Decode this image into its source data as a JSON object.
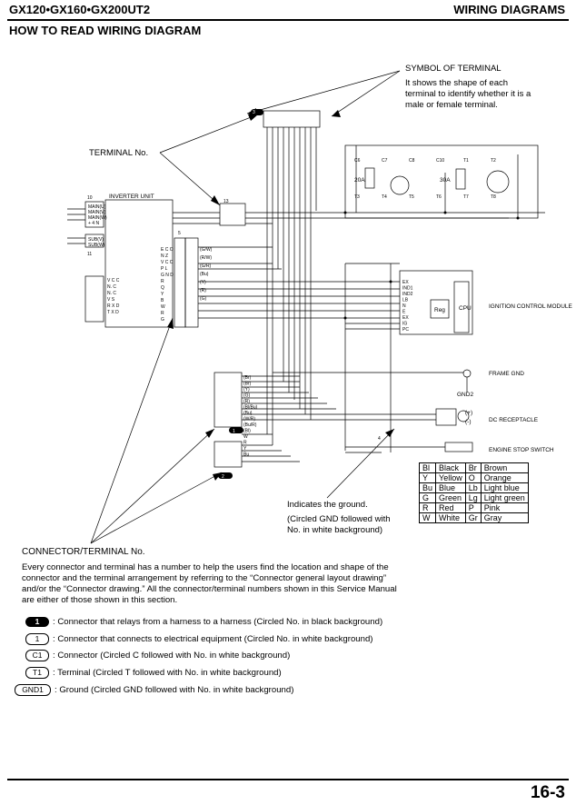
{
  "header": {
    "model": "GX120•GX160•GX200UT2",
    "section": "WIRING DIAGRAMS",
    "title": "HOW TO READ WIRING DIAGRAM"
  },
  "callouts": {
    "symbol_title": "SYMBOL OF TERMINAL",
    "symbol_desc_1": "It shows the shape of each",
    "symbol_desc_2": "terminal to identify whether it is a",
    "symbol_desc_3": "male or female terminal.",
    "terminal_no": "TERMINAL No.",
    "ground_1": "Indicates the ground.",
    "ground_2": "(Circled GND followed with",
    "ground_3": "No. in white background)",
    "connector_terminal_no": "CONNECTOR/TERMINAL No."
  },
  "diagram_labels": {
    "inverter_unit": "INVERTER UNIT",
    "ignition_control_module": "IGNITION CONTROL MODULE",
    "frame_gnd": "FRAME GND",
    "dc_receptacle": "DC RECEPTACLE",
    "engine_stop_switch": "ENGINE STOP SWITCH",
    "cpu": "CPU",
    "reg": "Reg",
    "gnd2": "GND2",
    "fuse_20a": "20A",
    "fuse_30a": "30A",
    "inv_pins_top": [
      "MAIN(U)",
      "MAIN(V)",
      "MAIN(W)",
      "+ 4 N"
    ],
    "inv_pins_mid": [
      "SUB(V)",
      "SUB(W)"
    ],
    "inv_pins_left": [
      "V C C",
      "N. C",
      "N. C",
      "V S",
      "R X D",
      "T X D"
    ],
    "inv_pins_right": [
      "E C O",
      "N Z",
      "V C C",
      "P L",
      "G N D",
      "R",
      "Q",
      "Y",
      "B",
      "W",
      "R",
      "G"
    ],
    "wire_codes_right": [
      "(G/W)",
      "(R/W)",
      "(G/R)",
      "(Bu)",
      "(Y)",
      "(R)",
      "(G)"
    ],
    "wire_codes_lower": [
      "(Br)",
      "(Br)",
      "(Y)",
      "(G)",
      "(R)",
      "(Bl/Bu)",
      "(Bu)",
      "(W/R)",
      "(Bu/R)",
      "(Bl)",
      "W",
      "R",
      "Y",
      "Bu"
    ],
    "module_pins": [
      "EX",
      "IND1",
      "IND2",
      "LB",
      "N",
      "E",
      "EX",
      "IG",
      "PC"
    ],
    "plus": "(+)",
    "minus": "(-)",
    "terminal_tags": [
      "C6",
      "C7",
      "C8",
      "C10",
      "T1",
      "T2",
      "T3",
      "T4",
      "T5",
      "T6",
      "T7",
      "T8"
    ],
    "connector_tags": [
      "13",
      "3",
      "5",
      "10",
      "11",
      "4",
      "1",
      "2"
    ]
  },
  "color_codes": [
    {
      "code": "Bl",
      "name": "Black",
      "code2": "Br",
      "name2": "Brown"
    },
    {
      "code": "Y",
      "name": "Yellow",
      "code2": "O",
      "name2": "Orange"
    },
    {
      "code": "Bu",
      "name": "Blue",
      "code2": "Lb",
      "name2": "Light blue"
    },
    {
      "code": "G",
      "name": "Green",
      "code2": "Lg",
      "name2": "Light green"
    },
    {
      "code": "R",
      "name": "Red",
      "code2": "P",
      "name2": "Pink"
    },
    {
      "code": "W",
      "name": "White",
      "code2": "Gr",
      "name2": "Gray"
    }
  ],
  "description": "Every connector and terminal has a number to help the users find the location and shape of the connector and the terminal arrangement by referring to the “Connector general layout drawing” and/or the “Connector drawing.” All the connector/terminal numbers shown in this Service Manual are either of those shown in this section.",
  "legend": [
    {
      "badge": "1",
      "text": ": Connector that relays from a harness to a harness (Circled No. in black background)"
    },
    {
      "badge": "1",
      "text": ": Connector that connects to electrical equipment (Circled No. in white background)"
    },
    {
      "badge": "C1",
      "text": ": Connector (Circled C followed with No. in white background)"
    },
    {
      "badge": "T1",
      "text": ": Terminal (Circled T followed with No. in white background)"
    },
    {
      "badge": "GND1",
      "text": ": Ground (Circled GND followed with No. in white background)"
    }
  ],
  "footer": {
    "page": "16-3"
  }
}
